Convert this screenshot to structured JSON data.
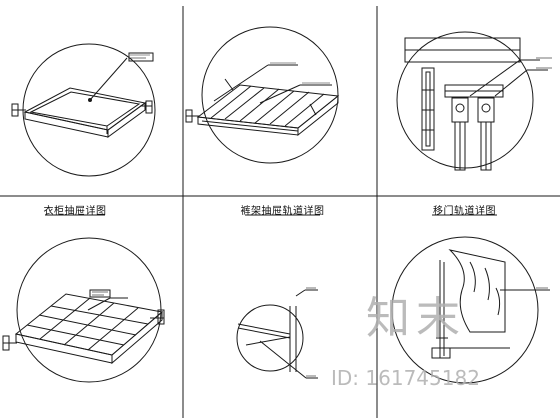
{
  "panels": [
    {
      "caption": "衣柜抽屉详图"
    },
    {
      "caption": "裤架抽屉轨道详图"
    },
    {
      "caption": "移门轨道详图"
    }
  ],
  "watermark": {
    "brand": "知末",
    "id_text": "ID: 161745182"
  }
}
